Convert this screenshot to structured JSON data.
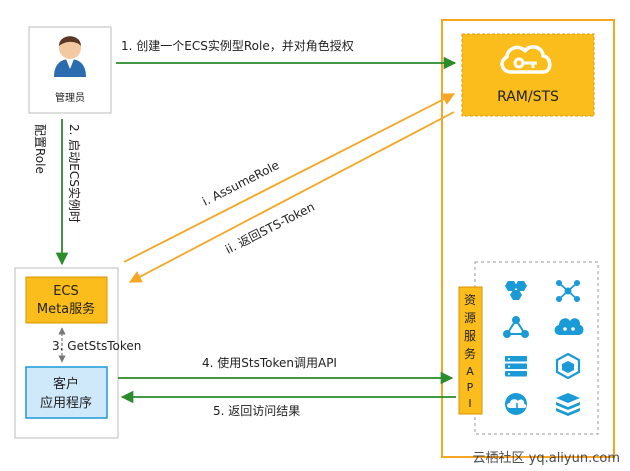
{
  "admin": {
    "label": "管理员"
  },
  "ram_sts": {
    "label": "RAM/STS"
  },
  "ecs_meta": {
    "line1": "ECS",
    "line2": "Meta服务"
  },
  "client_app": {
    "line1": "客户",
    "line2": "应用程序"
  },
  "resource_api": {
    "chars": [
      "资",
      "源",
      "服",
      "务",
      "A",
      "P",
      "I"
    ]
  },
  "steps": {
    "s1": "1. 创建一个ECS实例型Role，并对角色授权",
    "s2a": "2. 启动ECS实例时",
    "s2b": "配置Role",
    "i_assume": "i. AssumeRole",
    "ii_return": "ii. 返回STS-Token",
    "s3": "3. GetStsToken",
    "s4": "4. 使用StsToken调用API",
    "s5": "5. 返回访问结果"
  },
  "watermark": "云栖社区 yq.aliyun.com",
  "colors": {
    "orange": "#f5a623",
    "yellow_fill": "#fbbd1c",
    "green": "#2a8c2a",
    "blue": "#1a9ad6",
    "client_blue": "#cfe9fb",
    "gray_border": "#bdbdbd"
  },
  "icons": [
    "hexagon-cluster-icon",
    "network-node-icon",
    "share-node-icon",
    "cloud-network-icon",
    "database-stack-icon",
    "cube-icon",
    "cloud-upload-icon",
    "layer-stack-icon"
  ]
}
